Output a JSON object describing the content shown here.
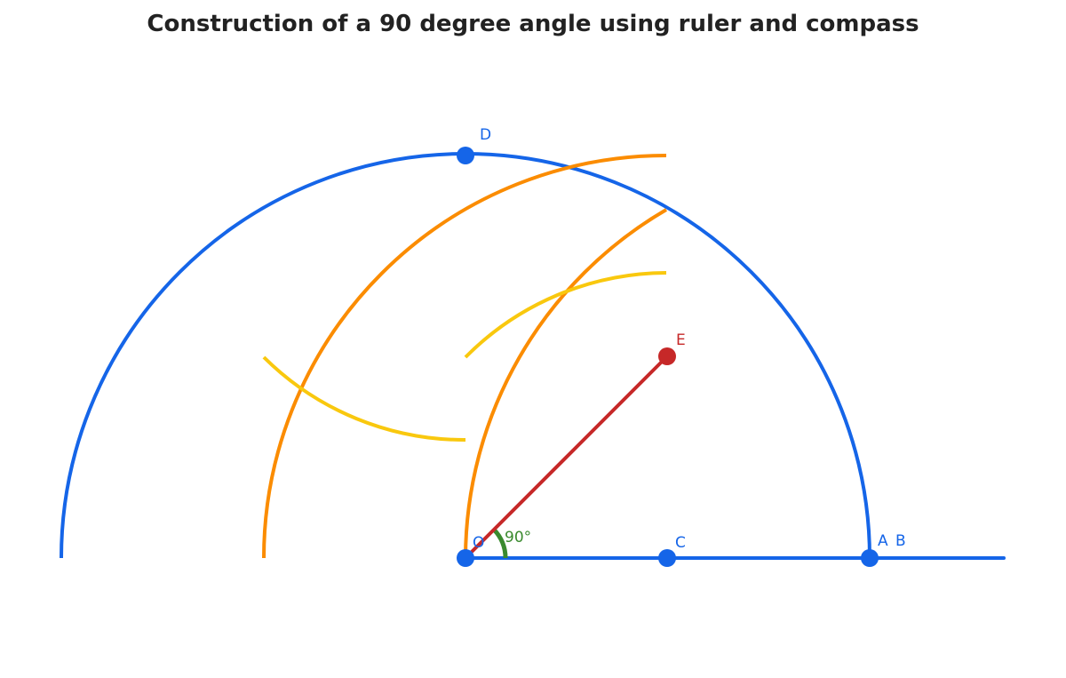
{
  "title": "Construction of a 90 degree angle using ruler and compass",
  "colors": {
    "blue": "#1565e8",
    "orange": "#fb8c00",
    "yellow": "#f9c80e",
    "red": "#c62828",
    "green": "#3a8a2e"
  },
  "points": {
    "O": {
      "label": "O"
    },
    "A": {
      "label": "A"
    },
    "B": {
      "label": "B"
    },
    "C": {
      "label": "C"
    },
    "D": {
      "label": "D"
    },
    "E": {
      "label": "E"
    }
  },
  "angle_label": "90°"
}
